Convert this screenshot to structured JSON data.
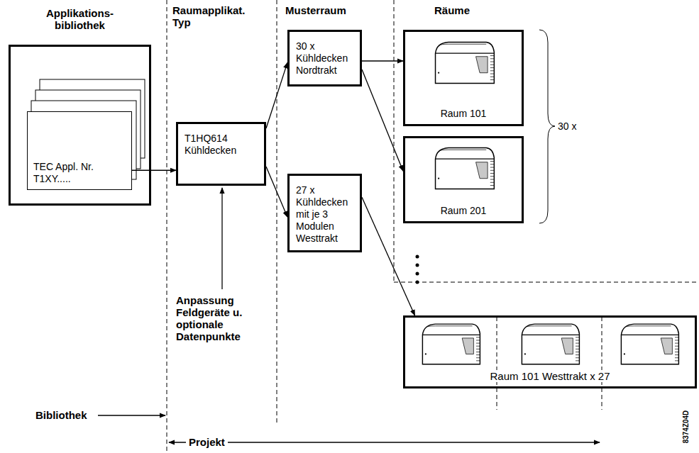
{
  "diagram": {
    "nodes": [
      {
        "text": [
          "Applikations- bibliothek"
        ]
      },
      {
        "text": [
          "TEC Appl. Nr. T1XY....."
        ],
        "in": 0
      },
      {
        "text": [
          "T1HQ614 Kühldecken"
        ]
      },
      {
        "text": [
          "30 x Kühldecken Nordtrakt"
        ]
      },
      {
        "text": [
          "27 x Kühldecken mit je 3 Modulen Westtrakt"
        ]
      },
      {
        "text": [
          "Raum 101"
        ]
      },
      {
        "text": [
          "Raum 201"
        ]
      },
      {
        "text": [
          "Raum 101 Westtrakt x 27"
        ]
      }
    ],
    "edges": [
      {
        "from": 1,
        "to": 2,
        "arrow": "to"
      },
      {
        "from": 2,
        "to": 3,
        "arrow": "to"
      },
      {
        "from": 2,
        "to": 4,
        "arrow": "to"
      },
      {
        "from": 3,
        "to": 5,
        "arrow": "to"
      },
      {
        "from": 3,
        "to": 6,
        "arrow": "to"
      },
      {
        "from": 4,
        "to": 7,
        "arrow": "to"
      }
    ],
    "labels": [
      "Raumapplikat. Typ",
      "Musterraum",
      "Räume",
      "30 x",
      "Anpassung Feldgeräte u. optionale Datenpunkte",
      "Bibliothek",
      "Projekt",
      "8374Z04D"
    ]
  }
}
